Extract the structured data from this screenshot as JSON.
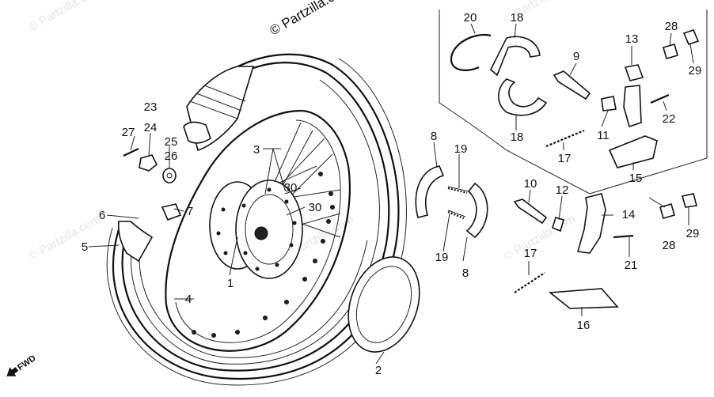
{
  "copyright": "© Partzilla.com",
  "watermark": "© Partzilla.com",
  "direction_label": "FWD",
  "labels": {
    "p1": "1",
    "p2": "2",
    "p3": "3",
    "p4": "4",
    "p5": "5",
    "p6": "6",
    "p7": "7",
    "p8a": "8",
    "p8b": "8",
    "p9": "9",
    "p10": "10",
    "p11": "11",
    "p12": "12",
    "p13": "13",
    "p14": "14",
    "p15": "15",
    "p16": "16",
    "p17a": "17",
    "p17b": "17",
    "p18a": "18",
    "p18b": "18",
    "p19a": "19",
    "p19b": "19",
    "p20": "20",
    "p21": "21",
    "p22": "22",
    "p23": "23",
    "p24": "24",
    "p25": "25",
    "p26": "26",
    "p27": "27",
    "p28a": "28",
    "p28b": "28",
    "p29a": "29",
    "p29b": "29",
    "p30a": "30",
    "p30b": "30"
  }
}
